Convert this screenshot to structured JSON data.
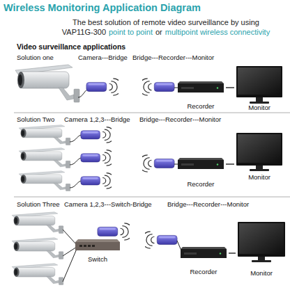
{
  "diagram": {
    "title": "Wireless Monitoring Application Diagram",
    "nodes": [
      {
        "text": [
          "Recorder"
        ]
      },
      {
        "text": [
          "Monitor"
        ]
      },
      {
        "text": [
          "Recorder"
        ]
      },
      {
        "text": [
          "Monitor"
        ]
      },
      {
        "text": [
          "Switch"
        ]
      },
      {
        "text": [
          "Recorder"
        ]
      },
      {
        "text": [
          "Monitor"
        ]
      }
    ],
    "edges": [
      {
        "from": 0,
        "to": 1,
        "arrow": "none"
      },
      {
        "from": 2,
        "to": 3,
        "arrow": "none"
      },
      {
        "from": 5,
        "to": 6,
        "arrow": "none"
      }
    ],
    "labels": [
      "The best solution of remote video surveillance by using",
      "VAP11G-300",
      "point to point",
      "or",
      "multipoint wireless connectivity",
      "Video surveillance applications",
      "Solution one",
      "Camera---Bridge",
      "Bridge---Recorder---Monitor",
      "Solution Two",
      "Camera 1,2,3---Bridge",
      "Bridge---Recorder---Monitor",
      "Solution Three",
      "Camera 1,2,3---Switch-Bridge",
      "Bridge---Recorder---Monitor"
    ]
  }
}
